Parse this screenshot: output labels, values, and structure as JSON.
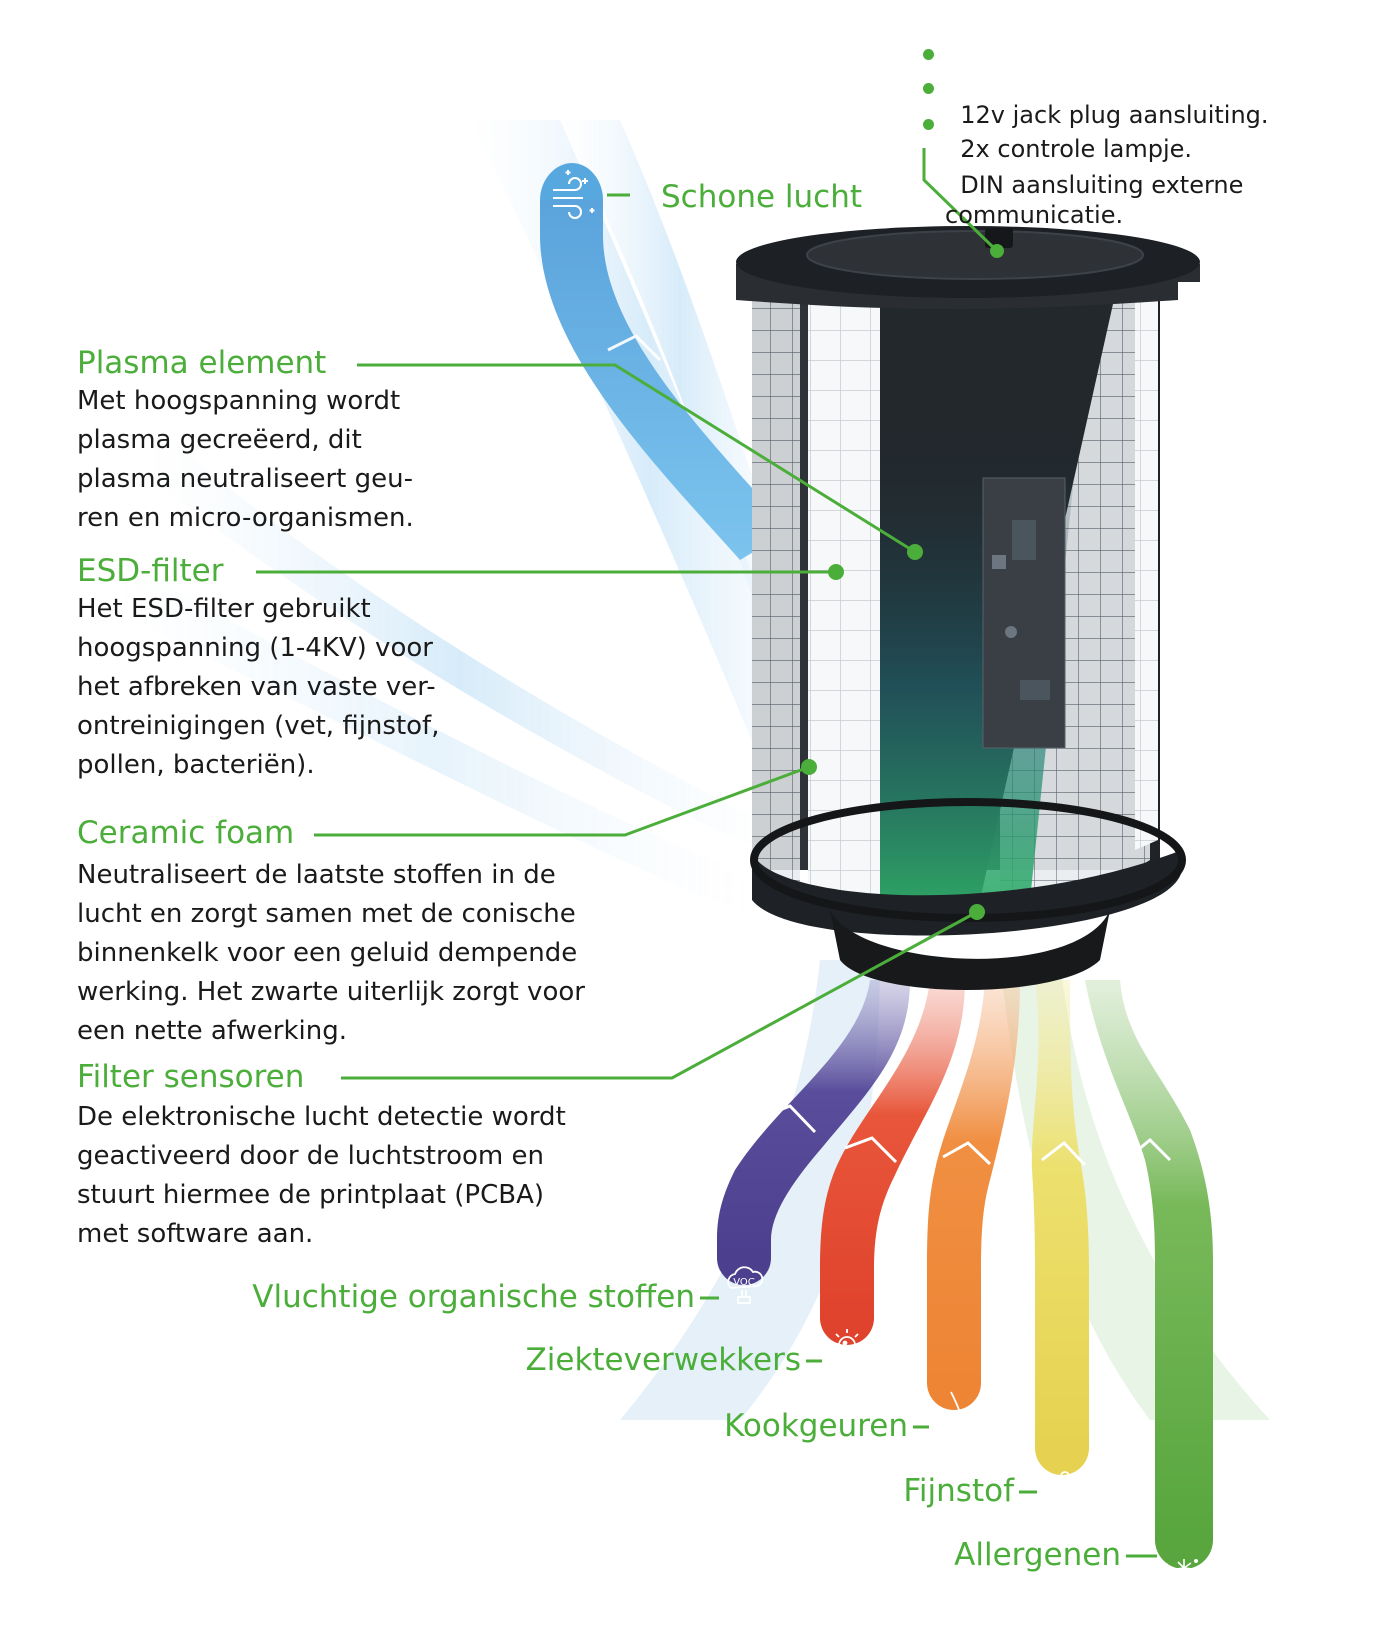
{
  "colors": {
    "accent": "#4cae3a",
    "text": "#1a1a1a",
    "clean_air": "#58a8e0",
    "voc": "#5a4e9c",
    "pathogens": "#e0502f",
    "cooking": "#ef8a3c",
    "dust": "#e8d65a",
    "allergens": "#62a84a"
  },
  "specs": [
    {
      "text": "12v jack plug aansluiting."
    },
    {
      "text": "2x controle lampje."
    },
    {
      "text": "DIN aansluiting externe\ncommunicatie."
    }
  ],
  "outlet": {
    "label": "Schone lucht",
    "icon": "wind-sparkle-icon"
  },
  "components": [
    {
      "title": "Plasma element",
      "text": "Met hoogspanning wordt\nplasma gecreëerd, dit\nplasma neutraliseert geu-\nren en micro-organismen."
    },
    {
      "title": "ESD-filter",
      "text": "Het ESD-filter gebruikt\nhoogspanning (1-4KV) voor\nhet afbreken van vaste ver-\nontreinigingen (vet, fijnstof,\npollen, bacteriën)."
    },
    {
      "title": "Ceramic foam",
      "text": "Neutraliseert de laatste stoffen in de\nlucht en zorgt samen met de conische\nbinnenkelk voor een geluid dempende\nwerking. Het zwarte uiterlijk zorgt voor\neen nette afwerking."
    },
    {
      "title": "Filter sensoren",
      "text": "De elektronische lucht detectie wordt\ngeactiveerd door de luchtstroom en\nstuurt hiermee de printplaat (PCBA)\nmet software aan."
    }
  ],
  "pollutants": [
    {
      "label": "Vluchtige organische stoffen",
      "icon": "voc-cloud-icon",
      "icon_text": "VOC"
    },
    {
      "label": "Ziekteverwekkers",
      "icon": "virus-icon"
    },
    {
      "label": "Kookgeuren",
      "icon": "nose-icon"
    },
    {
      "label": "Fijnstof",
      "icon": "dust-particles-icon"
    },
    {
      "label": "Allergenen",
      "icon": "dandelion-icon"
    }
  ]
}
